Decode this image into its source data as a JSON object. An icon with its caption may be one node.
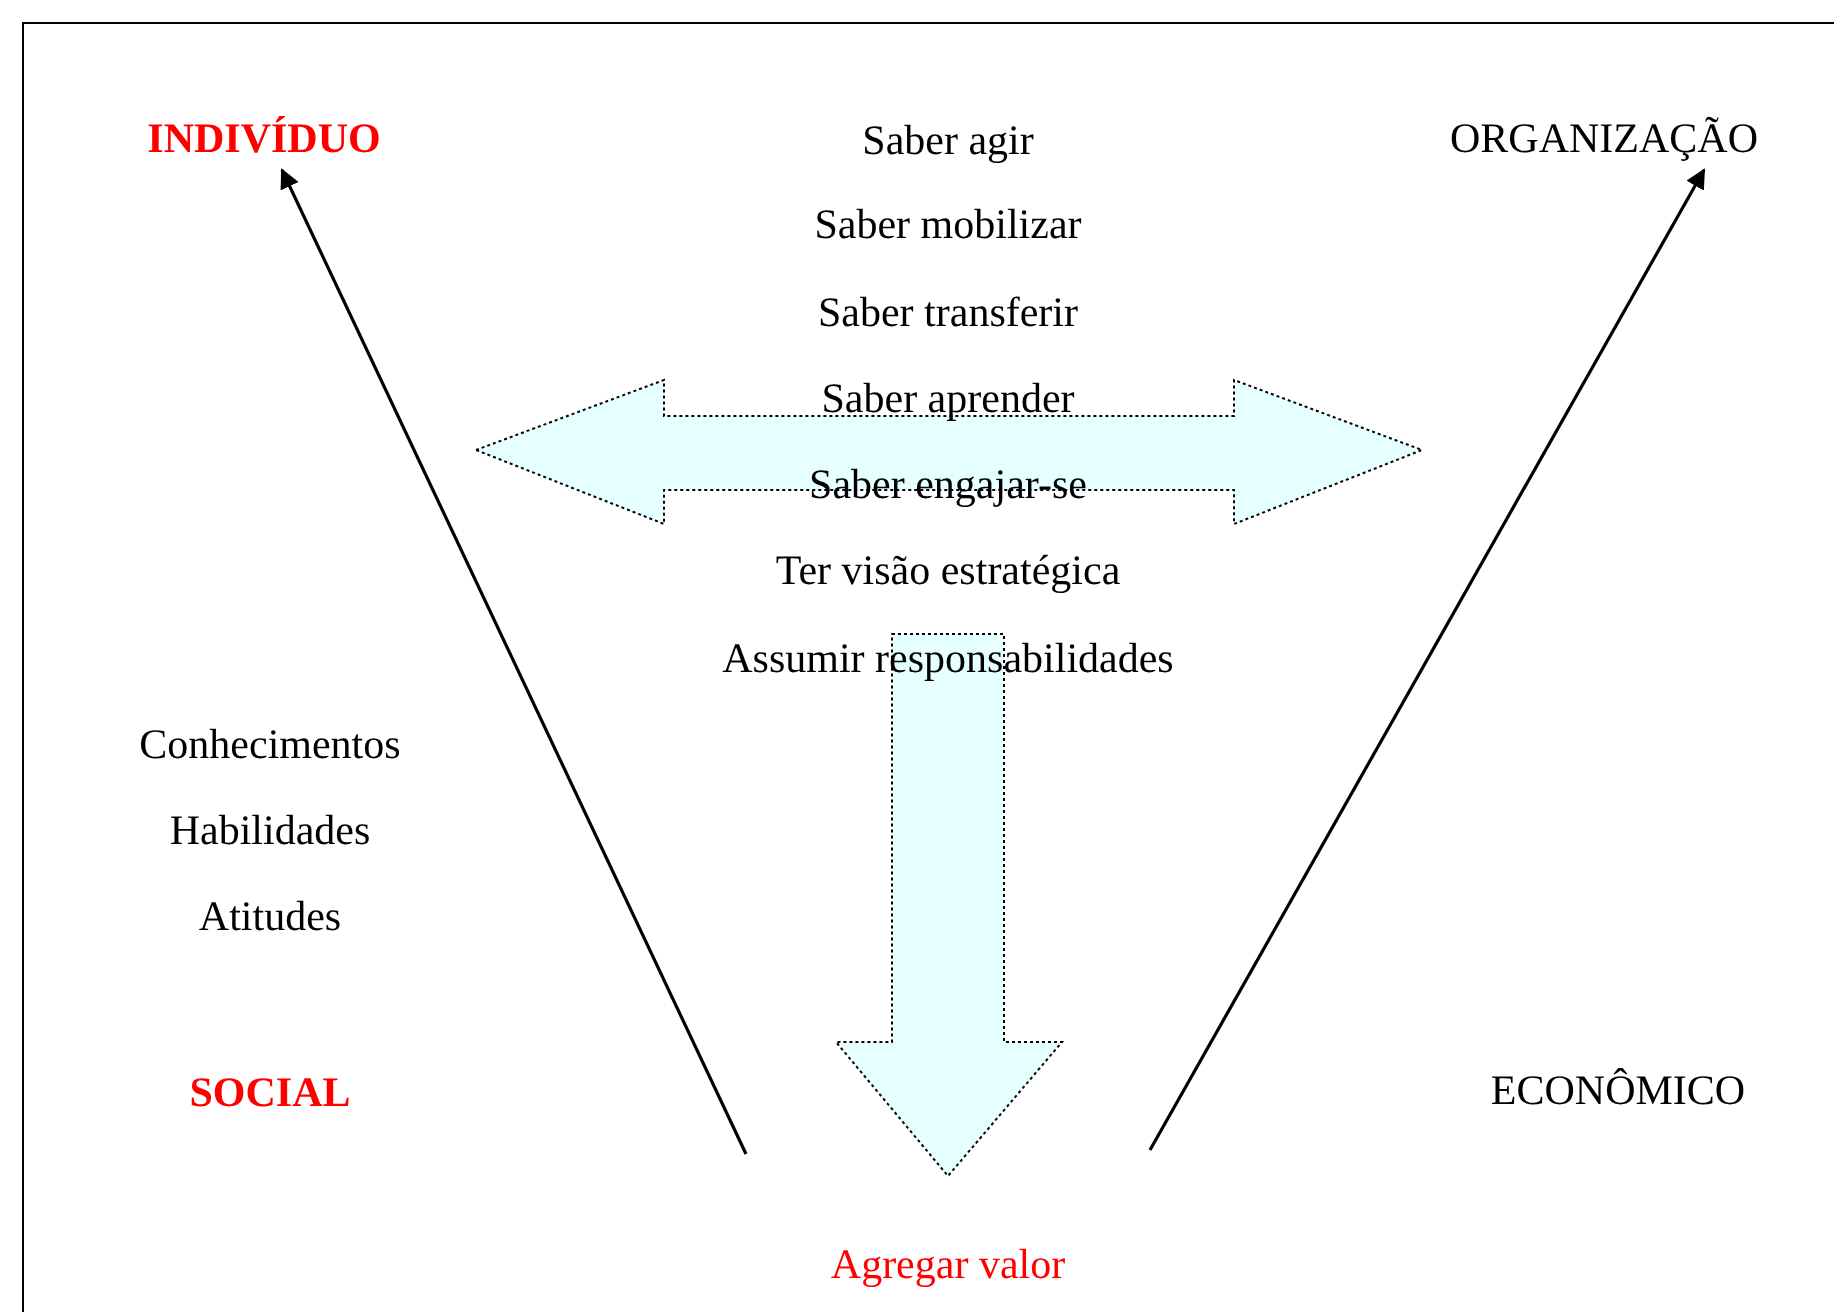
{
  "diagram": {
    "nodes": [
      {
        "text": [
          "INDIVÍDUO"
        ]
      },
      {
        "text": [
          "ORGANIZAÇÃO"
        ]
      }
    ],
    "edges": [
      {
        "from": null,
        "to": 0,
        "arrow": "to"
      },
      {
        "from": null,
        "to": 1,
        "arrow": "to"
      }
    ],
    "labels": [
      "Saber agir",
      "Saber mobilizar",
      "Saber transferir",
      "Saber aprender",
      "Saber engajar-se",
      "Ter visão estratégica",
      "Assumir responsabilidades",
      "Conhecimentos",
      "Habilidades",
      "Atitudes",
      "SOCIAL",
      "ECONÔMICO",
      "Agregar valor"
    ]
  }
}
